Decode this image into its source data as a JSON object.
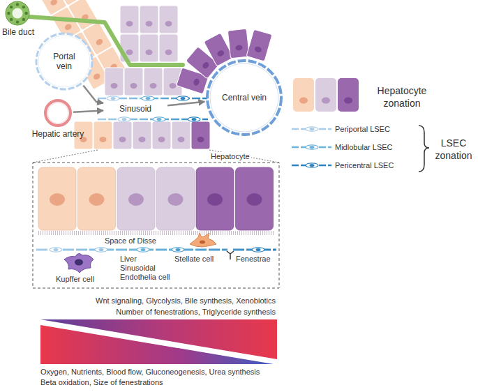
{
  "diagram": {
    "nodes": [
      {
        "text": [
          "Bile duct"
        ]
      },
      {
        "text": [
          "Portal vein"
        ]
      },
      {
        "text": [
          "Hepatic artery"
        ]
      },
      {
        "text": [
          "Sinusoid"
        ]
      },
      {
        "text": [
          "Central vein"
        ]
      }
    ],
    "edges": [
      {
        "from": 1,
        "to": 3,
        "arrow": "to"
      },
      {
        "from": 2,
        "to": 3,
        "arrow": "to"
      },
      {
        "from": 3,
        "to": 4,
        "arrow": "to"
      }
    ],
    "labels": [
      "Hepatocyte",
      "Space of Disse",
      "Kupffer cell",
      "Liver Sinusoidal Endothelia cell",
      "Stellate cell",
      "Fenestrae",
      "Wnt signaling, Glycolysis, Bile synthesis, Xenobiotics",
      "Number of fenestrations, Triglyceride synthesis",
      "Oxygen, Nutrients, Blood flow, Gluconeogenesis, Urea synthesis",
      "Beta oxidation, Size of fenestrations",
      "LSEC zonation"
    ],
    "legend": [
      {
        "text": "Hepatocyte zonation"
      },
      {
        "text": "Periportal LSEC"
      },
      {
        "text": "Midlobular LSEC"
      },
      {
        "text": "Pericentral LSEC"
      }
    ]
  }
}
